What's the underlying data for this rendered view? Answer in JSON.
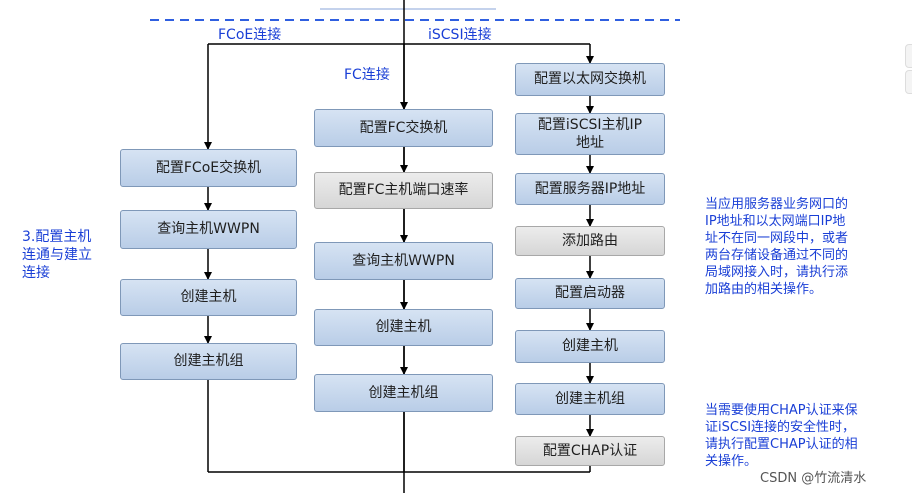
{
  "labels": {
    "fcoe": "FCoE连接",
    "iscsi": "iSCSI连接",
    "fc": "FC连接"
  },
  "side_label": [
    "3.配置主机",
    "连通与建立",
    "连接"
  ],
  "fcoe_steps": [
    "配置FCoE交换机",
    "查询主机WWPN",
    "创建主机",
    "创建主机组"
  ],
  "fc_steps": [
    "配置FC交换机",
    "配置FC主机端口速率",
    "查询主机WWPN",
    "创建主机",
    "创建主机组"
  ],
  "iscsi_steps": [
    "配置以太网交换机",
    "配置iSCSI主机IP地址",
    "配置服务器IP地址",
    "添加路由",
    "配置启动器",
    "创建主机",
    "创建主机组",
    "配置CHAP认证"
  ],
  "notes": {
    "route": [
      "当应用服务器业务网口的",
      "IP地址和以太网端口IP地",
      "址不在同一网段中，或者",
      "两台存储设备通过不同的",
      "局域网接入时，请执行添",
      "加路由的相关操作。"
    ],
    "chap": [
      "当需要使用CHAP认证来保",
      "证iSCSI连接的安全性时，",
      "请执行配置CHAP认证的相",
      "关操作。"
    ]
  },
  "watermark": "CSDN @竹流清水",
  "colors": {
    "accent_text": "#1a3fd6",
    "dashed_line": "#2f5fe0",
    "box_fill": "#c8d8ee",
    "optional_fill": "#e0e0e0"
  }
}
